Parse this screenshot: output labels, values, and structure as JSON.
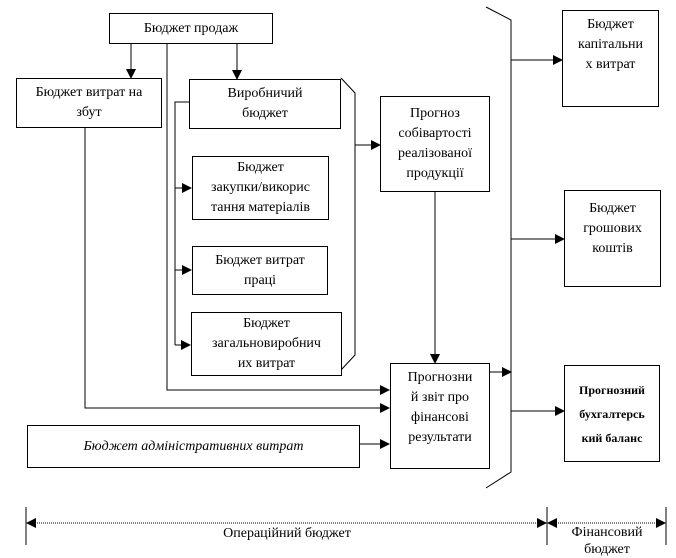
{
  "diagram": {
    "title": "Master budget structure",
    "boxes": {
      "sales_budget": "Бюджет продаж",
      "selling_expenses_budget": "Бюджет витрат на\nзбут",
      "production_budget": "Виробничий\nбюджет",
      "materials_budget": "Бюджет\nзакупки/викорис\nтання матеріалів",
      "labor_budget": "Бюджет витрат\nпраці",
      "overhead_budget": "Бюджет\nзагальновиробнич\nих витрат",
      "cogs_forecast": "Прогноз\nсобівартості\nреалізованої\nпродукції",
      "admin_expenses_budget": "Бюджет адміністративних витрат",
      "income_statement_forecast": "Прогнозни\nй звіт про\nфінансові\nрезультати",
      "capital_expenditure_budget": "Бюджет\nкапітальни\nх витрат",
      "cash_budget": "Бюджет\nгрошових\nкоштів",
      "balance_sheet_forecast": "Прогнозний\nбухгалтерсь\nкий баланс"
    },
    "ranges": {
      "operating_budget": "Операційний бюджет",
      "financial_budget": "Фінансовий\nбюджет"
    }
  }
}
